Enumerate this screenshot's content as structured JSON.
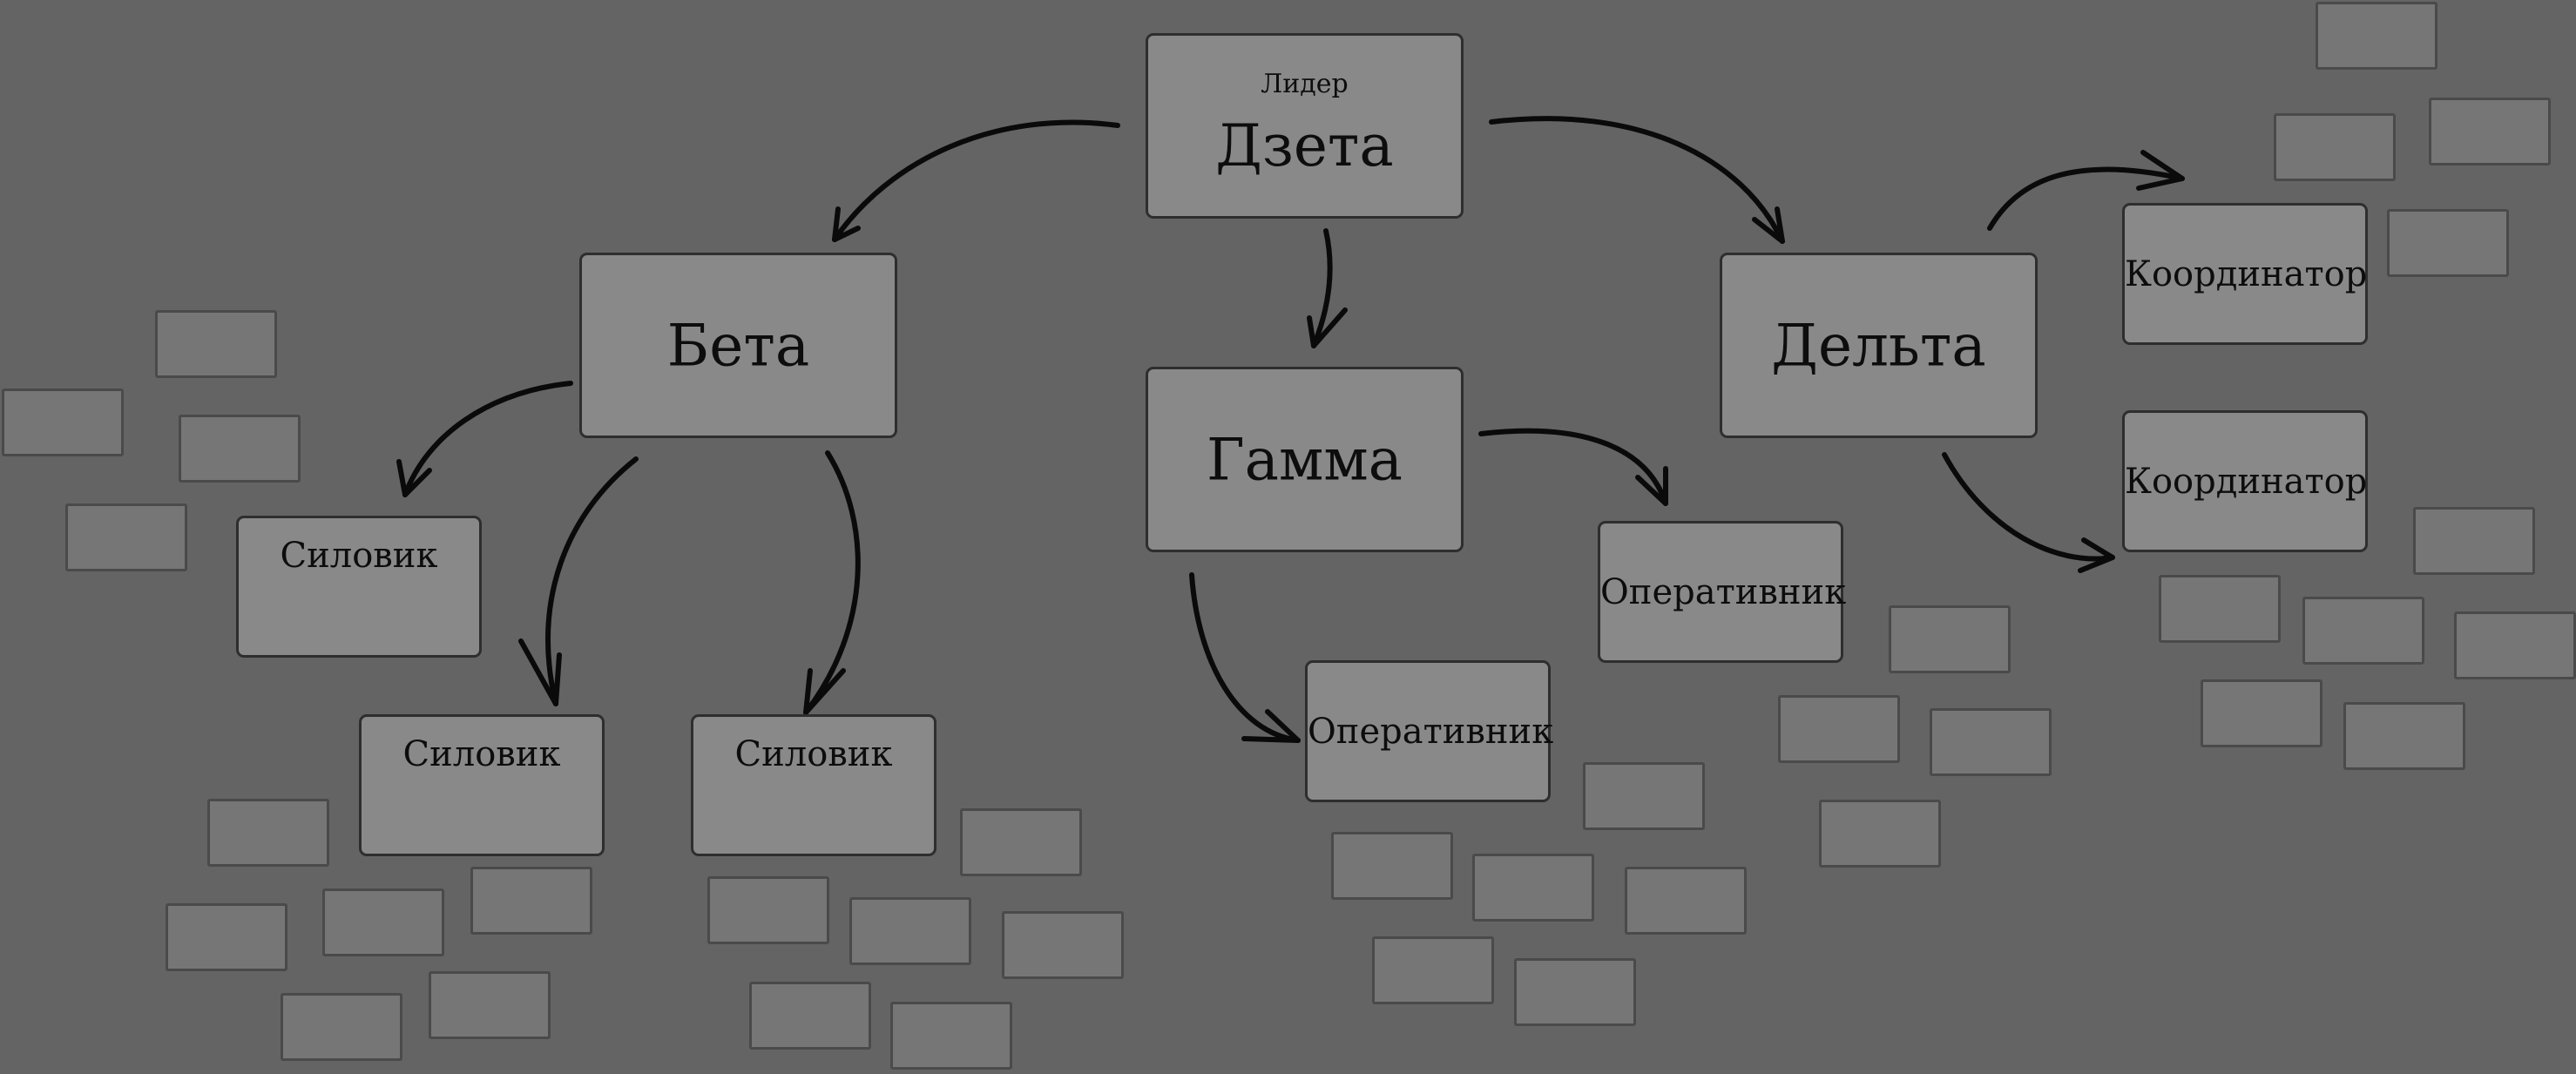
{
  "nodes": {
    "zeta": {
      "caption": "Лидер",
      "label": "Дзета"
    },
    "beta": {
      "label": "Бета"
    },
    "gamma": {
      "label": "Гамма"
    },
    "delta": {
      "label": "Дельта"
    },
    "enforcer_1": {
      "label": "Силовик"
    },
    "enforcer_2": {
      "label": "Силовик"
    },
    "enforcer_3": {
      "label": "Силовик"
    },
    "operative_1": {
      "label": "Оперативник"
    },
    "operative_2": {
      "label": "Оперативник"
    },
    "coordinator_1": {
      "label": "Координатор"
    },
    "coordinator_2": {
      "label": "Координатор"
    }
  },
  "edges": [
    {
      "from": "zeta",
      "to": "beta"
    },
    {
      "from": "zeta",
      "to": "gamma"
    },
    {
      "from": "zeta",
      "to": "delta"
    },
    {
      "from": "beta",
      "to": "enforcer_1"
    },
    {
      "from": "beta",
      "to": "enforcer_2"
    },
    {
      "from": "beta",
      "to": "enforcer_3"
    },
    {
      "from": "gamma",
      "to": "operative_1"
    },
    {
      "from": "gamma",
      "to": "operative_2"
    },
    {
      "from": "delta",
      "to": "coordinator_1"
    },
    {
      "from": "delta",
      "to": "coordinator_2"
    }
  ],
  "colors": {
    "background": "#646464",
    "node_fill": "#898989",
    "node_border": "#2e2e2e",
    "brick_fill": "#767676",
    "brick_border": "#4a4a4a",
    "arrow": "#0a0a0a"
  }
}
